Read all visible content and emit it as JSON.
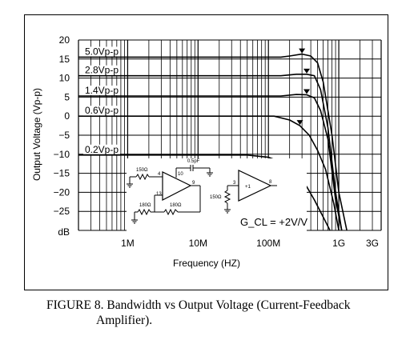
{
  "chart_data": {
    "type": "line",
    "xlabel": "Frequency (HZ)",
    "ylabel": "Output Voltage (Vp-p)",
    "x_scale": "log",
    "xlim": [
      200000,
      4000000000
    ],
    "ylim": [
      -30,
      20
    ],
    "x_ticks": [
      {
        "value": 1000000,
        "label": "1M"
      },
      {
        "value": 10000000,
        "label": "10M"
      },
      {
        "value": 100000000,
        "label": "100M"
      },
      {
        "value": 1000000000,
        "label": "1G"
      },
      {
        "value": 3000000000,
        "label": "3G"
      }
    ],
    "y_ticks": [
      {
        "value": 20,
        "label": "20"
      },
      {
        "value": 15,
        "label": "15"
      },
      {
        "value": 10,
        "label": "10"
      },
      {
        "value": 5,
        "label": "5"
      },
      {
        "value": 0,
        "label": "0"
      },
      {
        "value": -5,
        "label": "−5"
      },
      {
        "value": -10,
        "label": "−10"
      },
      {
        "value": -15,
        "label": "−15"
      },
      {
        "value": -20,
        "label": "−20"
      },
      {
        "value": -25,
        "label": "−25"
      }
    ],
    "y_unit_label": "dB",
    "grid": true,
    "series": [
      {
        "name": "5.0Vp-p",
        "x": [
          200000,
          60000000,
          150000000,
          200000000,
          300000000,
          400000000,
          500000000,
          600000000,
          800000000,
          1000000000,
          1300000000
        ],
        "y": [
          15.5,
          15.5,
          15.5,
          15.8,
          16.3,
          15.8,
          14.0,
          9.0,
          -5.0,
          -20.0,
          -30.0
        ]
      },
      {
        "name": "2.8Vp-p",
        "x": [
          200000,
          60000000,
          150000000,
          250000000,
          350000000,
          450000000,
          550000000,
          700000000,
          900000000,
          1100000000
        ],
        "y": [
          10.6,
          10.6,
          10.6,
          11.0,
          11.0,
          10.6,
          7.0,
          -3.0,
          -20.0,
          -30.0
        ]
      },
      {
        "name": "1.4Vp-p",
        "x": [
          200000,
          60000000,
          150000000,
          250000000,
          350000000,
          450000000,
          550000000,
          700000000,
          900000000,
          1100000000
        ],
        "y": [
          5.3,
          5.3,
          5.3,
          5.7,
          5.6,
          4.8,
          1.5,
          -6.0,
          -22.0,
          -30.0
        ]
      },
      {
        "name": "0.6Vp-p",
        "x": [
          200000,
          60000000,
          120000000,
          200000000,
          280000000,
          380000000,
          500000000,
          650000000,
          850000000,
          1000000000
        ],
        "y": [
          0,
          0,
          0,
          -1.0,
          -2.5,
          -5.0,
          -9.0,
          -14.0,
          -23.0,
          -30.0
        ]
      },
      {
        "name": "0.2Vp-p",
        "x": [
          200000,
          50000000,
          100000000,
          180000000,
          250000000,
          350000000,
          450000000,
          600000000,
          750000000
        ],
        "y": [
          -10.2,
          -10.2,
          -10.8,
          -12.5,
          -15.0,
          -18.5,
          -22.0,
          -26.5,
          -30.0
        ]
      }
    ],
    "annotation": "G_CL = +2V/V",
    "schematic_labels": {
      "r_in": "150Ω",
      "cap": "0.5pF",
      "pin4": "4",
      "pin10": "10",
      "pin9": "9",
      "pin13": "13",
      "r_g": "180Ω",
      "r_f": "180Ω",
      "r_buf": "150Ω",
      "pin3": "3",
      "pin8": "8",
      "gain": "+1"
    }
  },
  "caption": {
    "line1": "FIGURE 8. Bandwidth vs Output Voltage (Current-Feedback",
    "line2": "Amplifier)."
  }
}
